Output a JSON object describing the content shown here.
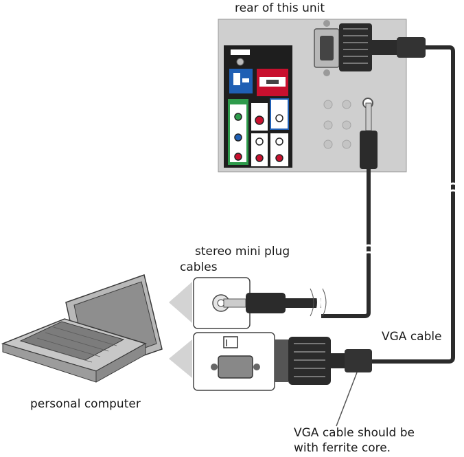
{
  "labels": {
    "rear_unit": "rear of this unit",
    "stereo_plug_line1": "stereo mini plug",
    "stereo_plug_line2": "cables",
    "vga_cable": "VGA cable",
    "personal_computer": "personal computer",
    "ferrite_line1": "VGA cable should be",
    "ferrite_line2": "with ferrite core."
  },
  "colors": {
    "panel": "#cfcfcf",
    "jack_panel": "#1e1e1e",
    "cable": "#2b2b2b",
    "hdmi_red": "#c8102e",
    "component_green": "#2e9b4b",
    "audio_blue": "#1f5fb4",
    "pc_blue": "#1f5fb4"
  },
  "icons": [
    "vga-port-icon",
    "audio-jack-icon",
    "laptop-icon",
    "vga-plug-icon",
    "mini-plug-icon",
    "ferrite-core-icon"
  ]
}
